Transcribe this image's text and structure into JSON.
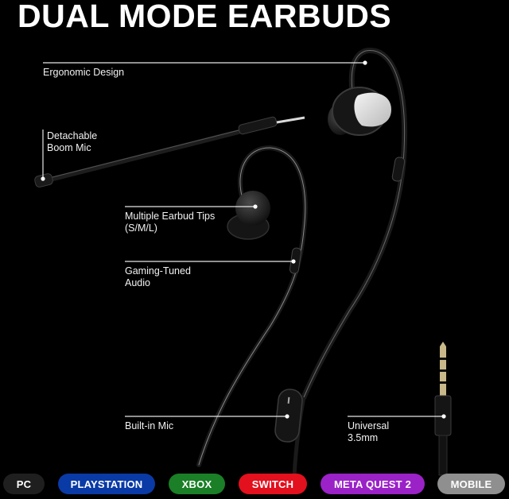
{
  "title": "DUAL MODE EARBUDS",
  "callouts": [
    {
      "id": "ergonomic-design",
      "lines": [
        "Ergonomic Design"
      ]
    },
    {
      "id": "detachable-boom-mic",
      "lines": [
        "Detachable",
        "Boom Mic"
      ]
    },
    {
      "id": "multiple-earbud-tips",
      "lines": [
        "Multiple Earbud Tips",
        "(S/M/L)"
      ]
    },
    {
      "id": "gaming-tuned-audio",
      "lines": [
        "Gaming-Tuned",
        "Audio"
      ]
    },
    {
      "id": "built-in-mic",
      "lines": [
        "Built-in Mic"
      ]
    },
    {
      "id": "universal-35mm",
      "lines": [
        "Universal",
        "3.5mm"
      ]
    }
  ],
  "platforms": [
    {
      "label": "PC",
      "color": "#1f1f1f"
    },
    {
      "label": "PLAYSTATION",
      "color": "#0a3aa6"
    },
    {
      "label": "XBOX",
      "color": "#1a7f26"
    },
    {
      "label": "SWITCH",
      "color": "#e3101d"
    },
    {
      "label": "META QUEST 2",
      "color": "#9a22c7"
    },
    {
      "label": "MOBILE",
      "color": "#8f8f8f"
    }
  ]
}
